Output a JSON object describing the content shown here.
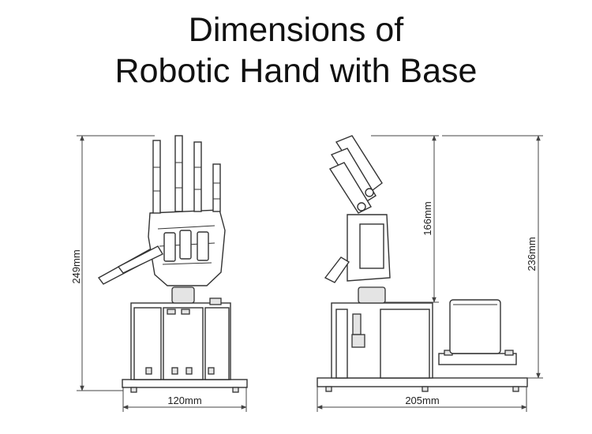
{
  "title": {
    "line1": "Dimensions of",
    "line2": "Robotic Hand with Base"
  },
  "front_view": {
    "height_label": "249mm",
    "width_label": "120mm"
  },
  "side_view": {
    "hand_height_label": "166mm",
    "total_height_label": "236mm",
    "width_label": "205mm"
  }
}
